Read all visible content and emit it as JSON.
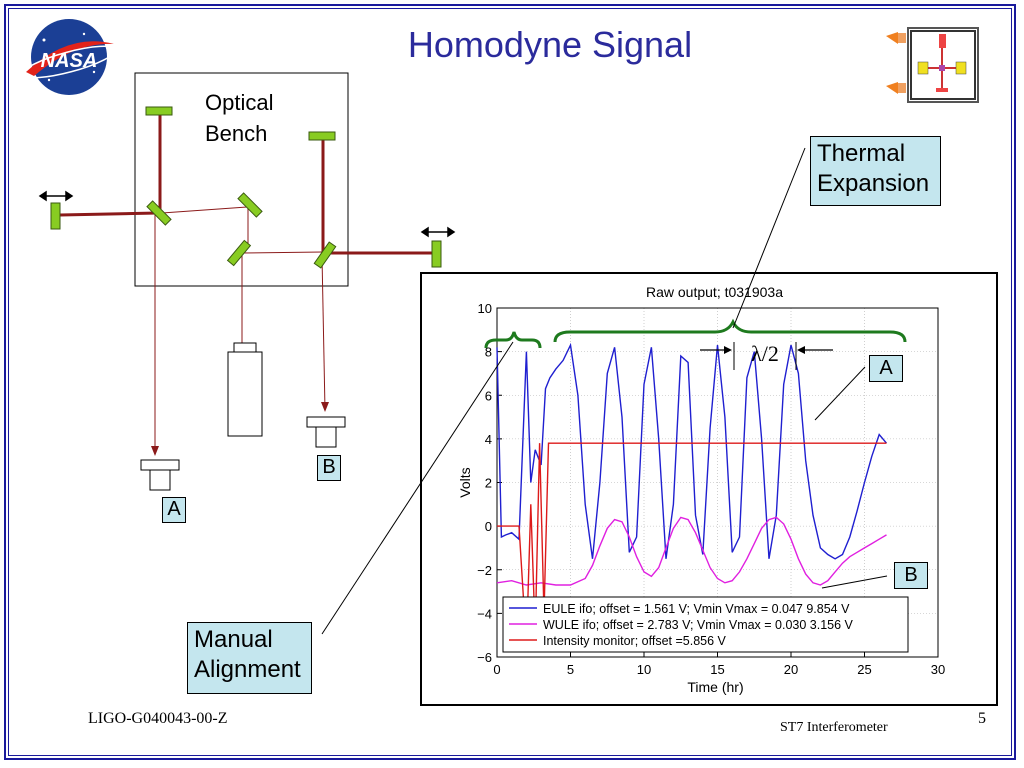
{
  "slide": {
    "title": "Homodyne Signal",
    "bench_label_line1": "Optical",
    "bench_label_line2": "Bench",
    "thermal_label_line1": "Thermal",
    "thermal_label_line2": "Expansion",
    "manual_label_line1": "Manual",
    "manual_label_line2": "Alignment",
    "detector_a": "A",
    "detector_b": "B",
    "lambda_label": "λ/2",
    "footer_left": "LIGO-G040043-00-Z",
    "footer_center": "ST7  Interferometer",
    "page_number": "5",
    "logo_text": "NASA"
  },
  "colors": {
    "title": "#2b2b9c",
    "mirror": "#88cc22",
    "beam": "#8b1a1a",
    "label_box": "#c4e6ee",
    "brace": "#1e7a1e",
    "series_eule": "#1f1fd0",
    "series_wule": "#e020e0",
    "series_intensity": "#dd1a1a"
  },
  "chart_data": {
    "type": "line",
    "title": "Raw output; t031903a",
    "xlabel": "Time (hr)",
    "ylabel": "Volts",
    "xlim": [
      0,
      30
    ],
    "ylim": [
      -6,
      10
    ],
    "x_ticks": [
      "0",
      "5",
      "10",
      "15",
      "20",
      "25",
      "30"
    ],
    "y_ticks": [
      "10",
      "8",
      "6",
      "4",
      "2",
      "0",
      "−2",
      "−4",
      "−6"
    ],
    "legend": [
      "EULE ifo; offset = 1.561 V; Vmin Vmax = 0.047 9.854 V",
      "WULE ifo; offset = 2.783 V; Vmin Vmax = 0.030 3.156 V",
      "Intensity monitor; offset =5.856 V"
    ],
    "legend_placement": "bottom-left",
    "plot_label_a": "A",
    "plot_label_b": "B",
    "series": [
      {
        "name": "EULE ifo",
        "x": [
          0,
          0.3,
          0.6,
          1.0,
          1.5,
          2.0,
          2.3,
          2.6,
          3.0,
          3.3,
          3.6,
          4.0,
          4.5,
          5.0,
          5.5,
          6.0,
          6.5,
          7.0,
          7.5,
          8.0,
          8.5,
          9.0,
          9.5,
          10.0,
          10.5,
          11.0,
          11.5,
          12.0,
          12.5,
          13.0,
          13.5,
          14.0,
          14.5,
          15.0,
          15.5,
          16.0,
          16.5,
          17.0,
          17.5,
          18.0,
          18.5,
          19.0,
          19.5,
          20.0,
          20.5,
          21.0,
          21.5,
          22.0,
          22.5,
          23.0,
          23.5,
          24.0,
          24.5,
          25.0,
          25.5,
          26.0,
          26.5
        ],
        "y": [
          8.2,
          -0.5,
          -0.4,
          -0.3,
          -0.6,
          8.0,
          2.0,
          3.5,
          2.8,
          6.3,
          6.8,
          7.2,
          7.6,
          8.3,
          6.0,
          1.0,
          -1.5,
          2.0,
          7.0,
          8.2,
          5.0,
          -1.2,
          -0.5,
          6.5,
          8.2,
          4.0,
          -1.5,
          1.0,
          7.8,
          7.5,
          0.5,
          -1.3,
          4.5,
          8.3,
          5.0,
          -1.2,
          -0.5,
          6.8,
          8.0,
          4.0,
          -1.5,
          0.5,
          6.5,
          8.3,
          7.0,
          3.0,
          0.5,
          -1.0,
          -1.3,
          -1.5,
          -1.3,
          -0.5,
          0.7,
          2.0,
          3.2,
          4.2,
          3.8
        ]
      },
      {
        "name": "WULE ifo",
        "x": [
          0,
          1.0,
          2.0,
          3.0,
          4.0,
          5.0,
          6.0,
          6.5,
          7.0,
          7.5,
          8.0,
          8.5,
          9.0,
          9.5,
          10.0,
          10.5,
          11.0,
          11.5,
          12.0,
          12.5,
          13.0,
          13.5,
          14.0,
          14.5,
          15.0,
          15.5,
          16.0,
          16.5,
          17.0,
          17.5,
          18.0,
          18.5,
          19.0,
          19.5,
          20.0,
          20.5,
          21.0,
          21.5,
          22.0,
          22.5,
          23.0,
          23.5,
          24.0,
          24.5,
          25.0,
          25.5,
          26.0,
          26.5
        ],
        "y": [
          -2.6,
          -2.5,
          -2.7,
          -2.6,
          -2.7,
          -2.7,
          -2.4,
          -1.8,
          -0.9,
          -0.1,
          0.3,
          0.2,
          -0.5,
          -1.4,
          -2.1,
          -2.3,
          -1.9,
          -1.0,
          -0.1,
          0.4,
          0.3,
          -0.3,
          -1.1,
          -1.9,
          -2.4,
          -2.6,
          -2.5,
          -2.1,
          -1.5,
          -0.8,
          -0.1,
          0.3,
          0.4,
          0.1,
          -0.6,
          -1.5,
          -2.2,
          -2.6,
          -2.7,
          -2.5,
          -2.1,
          -1.7,
          -1.4,
          -1.2,
          -1.0,
          -0.8,
          -0.6,
          -0.4
        ]
      },
      {
        "name": "Intensity monitor",
        "x": [
          0,
          0.5,
          1.0,
          1.5,
          2.0,
          2.3,
          2.6,
          2.9,
          3.2,
          3.5,
          4.0,
          10.0,
          20.0,
          26.5
        ],
        "y": [
          0.0,
          0.0,
          0.0,
          0.0,
          -5.5,
          1.0,
          -5.0,
          3.8,
          -4.0,
          3.8,
          3.8,
          3.8,
          3.8,
          3.8
        ]
      }
    ]
  }
}
